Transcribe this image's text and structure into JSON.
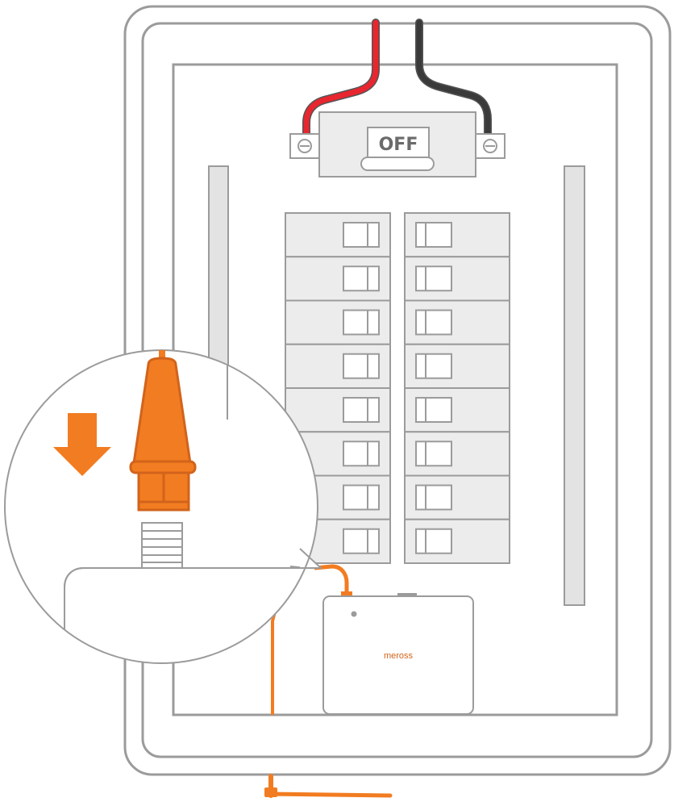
{
  "main_switch": {
    "label": "OFF"
  },
  "device": {
    "brand": "meross"
  },
  "breakers": {
    "rows": 8,
    "columns": 2
  },
  "colors": {
    "outline": "#9b9b9b",
    "panel_fill": "#ffffff",
    "breaker_fill": "#ececec",
    "rail_fill": "#e3e3e3",
    "live_wire": "#e8262f",
    "neutral_wire": "#3a3a3a",
    "accent": "#f27c21",
    "accent_dark": "#d2631b",
    "label_text": "#6b6b6b"
  },
  "icons": [
    "down-arrow-icon",
    "antenna-connector-icon",
    "threaded-socket-icon",
    "screw-terminal-icon",
    "status-led-icon",
    "antenna-icon"
  ]
}
